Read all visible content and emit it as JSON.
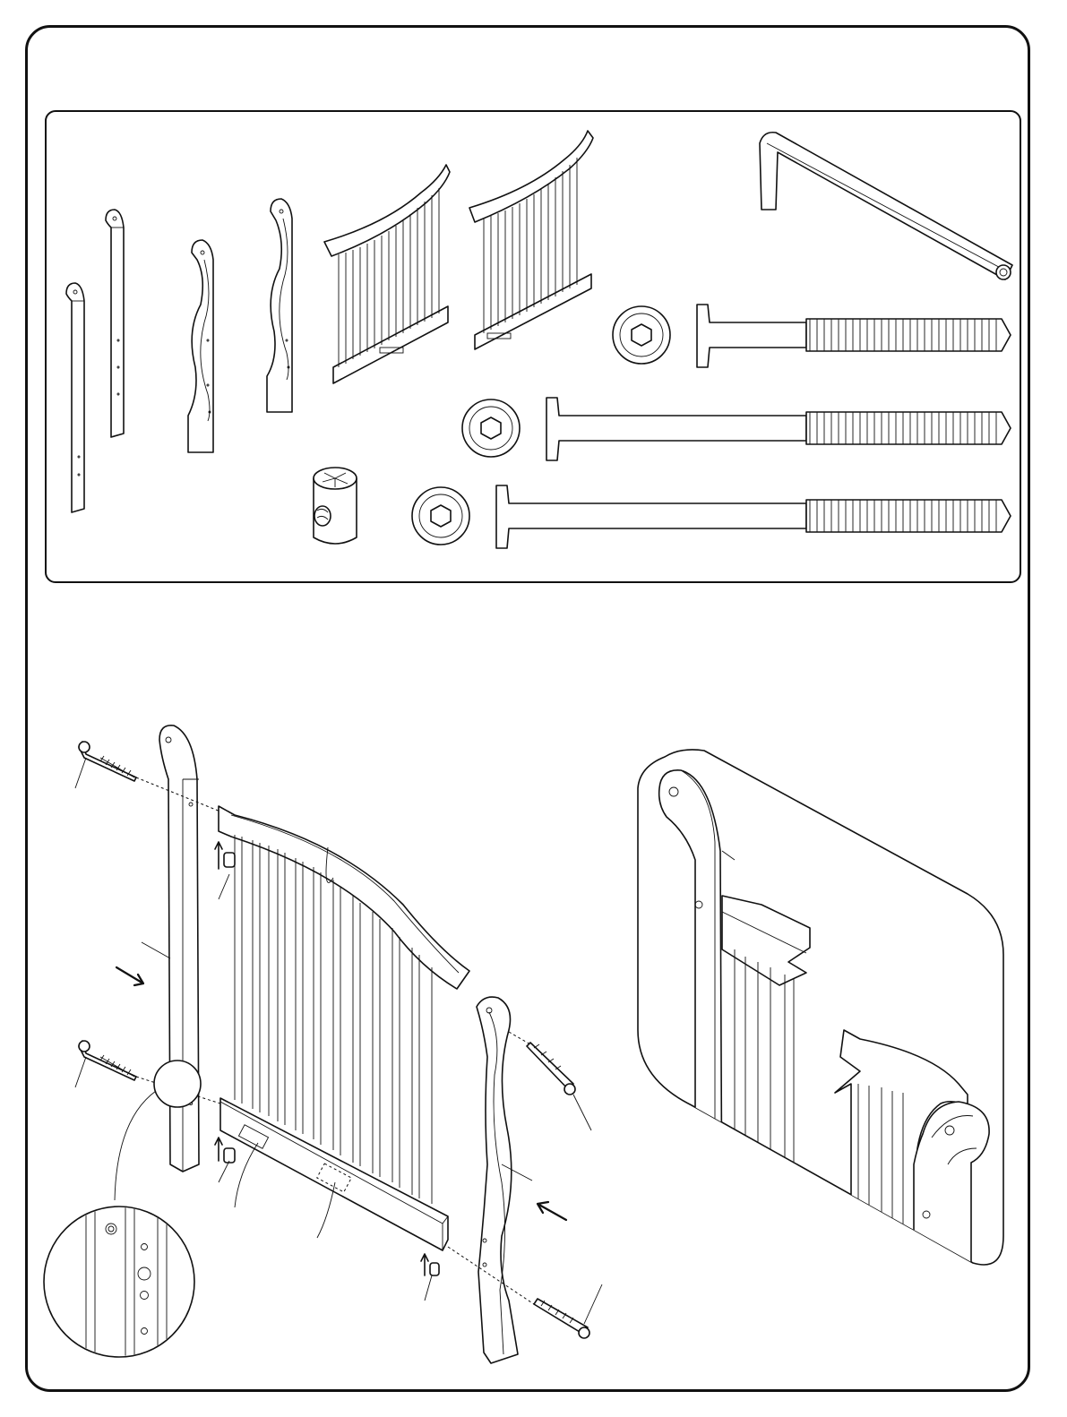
{
  "sheet": {
    "parts_panel": {
      "items": [
        {
          "id": "bedpost-a"
        },
        {
          "id": "bedpost-b"
        },
        {
          "id": "leg-wavy-a"
        },
        {
          "id": "leg-wavy-b"
        },
        {
          "id": "spindle-panel-a"
        },
        {
          "id": "spindle-panel-b"
        },
        {
          "id": "allen-key"
        },
        {
          "id": "barrel-nut"
        },
        {
          "id": "bolt-short"
        },
        {
          "id": "bolt-medium"
        },
        {
          "id": "bolt-long"
        }
      ]
    },
    "assembly": {
      "description_visible": false
    },
    "detail_views": [
      "hole-detail-circle",
      "corner-detail-panel"
    ]
  }
}
